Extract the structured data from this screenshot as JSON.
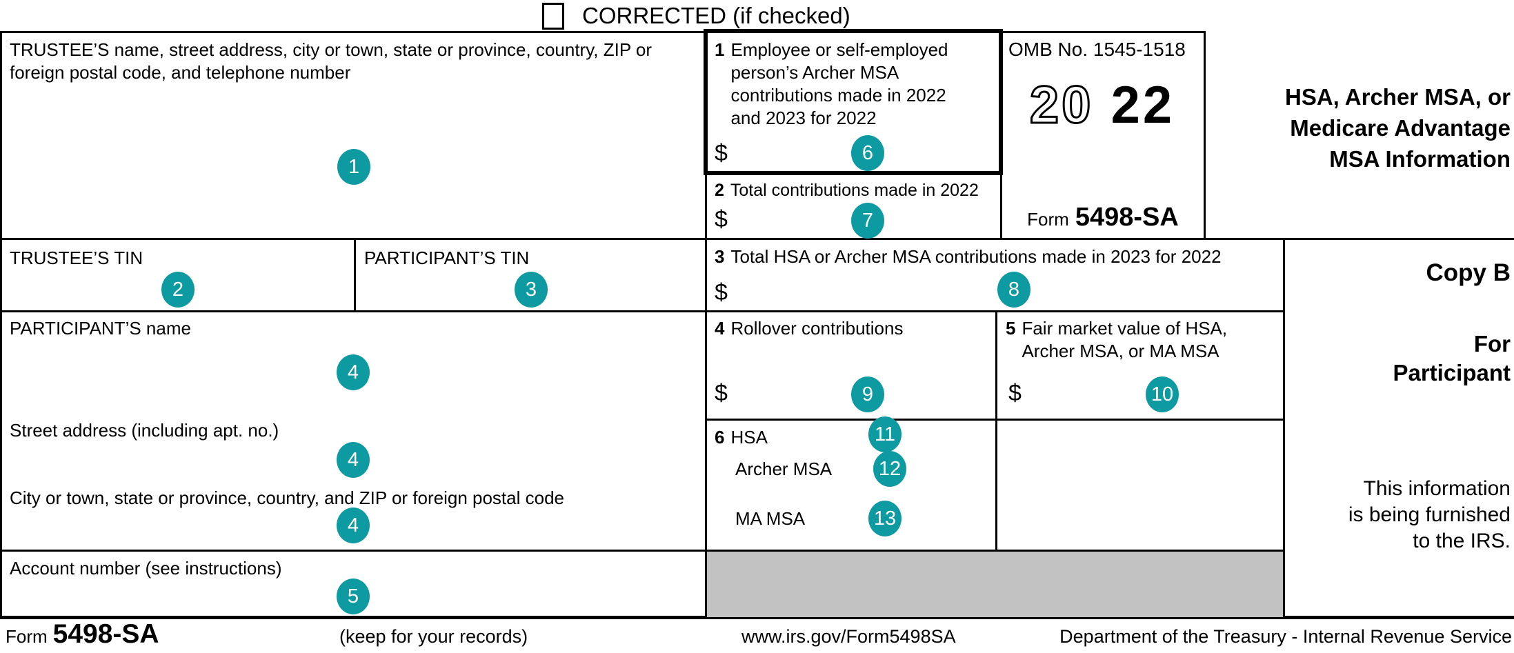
{
  "colors": {
    "marker": "#0D9AA1",
    "shaded": "#C2C2C2",
    "line": "#000000"
  },
  "corrected": {
    "label": "CORRECTED (if checked)"
  },
  "trustee": {
    "label": "TRUSTEE’S name, street address, city or town, state or province, country, ZIP or foreign postal code, and telephone number",
    "marker": "1"
  },
  "boxes": {
    "box1": {
      "number": "1",
      "label": "Employee or self-employed person’s Archer MSA contributions made in 2022 and 2023 for 2022",
      "dollar": "$",
      "marker": "6"
    },
    "box2": {
      "number": "2",
      "label": "Total contributions made in 2022",
      "dollar": "$",
      "marker": "7"
    },
    "box3": {
      "number": "3",
      "label": "Total HSA or Archer MSA contributions made in 2023 for 2022",
      "dollar": "$",
      "marker": "8"
    },
    "box4": {
      "number": "4",
      "label": "Rollover contributions",
      "dollar": "$",
      "marker": "9"
    },
    "box5": {
      "number": "5",
      "label_lines": [
        "Fair market value of HSA,",
        "Archer MSA, or MA MSA"
      ],
      "dollar": "$",
      "marker": "10"
    },
    "box6": {
      "number": "6",
      "items": [
        {
          "label": "HSA",
          "marker": "11"
        },
        {
          "label": "Archer MSA",
          "marker": "12"
        },
        {
          "label": "MA MSA",
          "marker": "13"
        }
      ]
    }
  },
  "header": {
    "omb": "OMB No. 1545-1518",
    "year_outline": "20",
    "year_bold": "22",
    "form_prefix": "Form",
    "form_number": "5498-SA",
    "title_lines": [
      "HSA, Archer MSA, or",
      "Medicare Advantage",
      "MSA Information"
    ]
  },
  "fields": {
    "trustee_tin": {
      "label": "TRUSTEE’S TIN",
      "marker": "2"
    },
    "participant_tin": {
      "label": "PARTICIPANT’S TIN",
      "marker": "3"
    },
    "participant_name": {
      "label": "PARTICIPANT’S name",
      "marker": "4"
    },
    "street_address": {
      "label": "Street address (including apt. no.)",
      "marker": "4"
    },
    "city": {
      "label": "City or town, state or province, country, and ZIP or foreign postal code",
      "marker": "4"
    },
    "account_number": {
      "label": "Account number (see instructions)",
      "marker": "5"
    }
  },
  "copy_info": {
    "copy": "Copy B",
    "recipient_lines": [
      "For",
      "Participant"
    ],
    "furnished_lines": [
      "This information",
      "is being furnished",
      "to the IRS."
    ]
  },
  "footer": {
    "form_prefix": "Form",
    "form_number": "5498-SA",
    "keep": "(keep for your records)",
    "url": "www.irs.gov/Form5498SA",
    "department": "Department of the Treasury - Internal Revenue Service"
  }
}
